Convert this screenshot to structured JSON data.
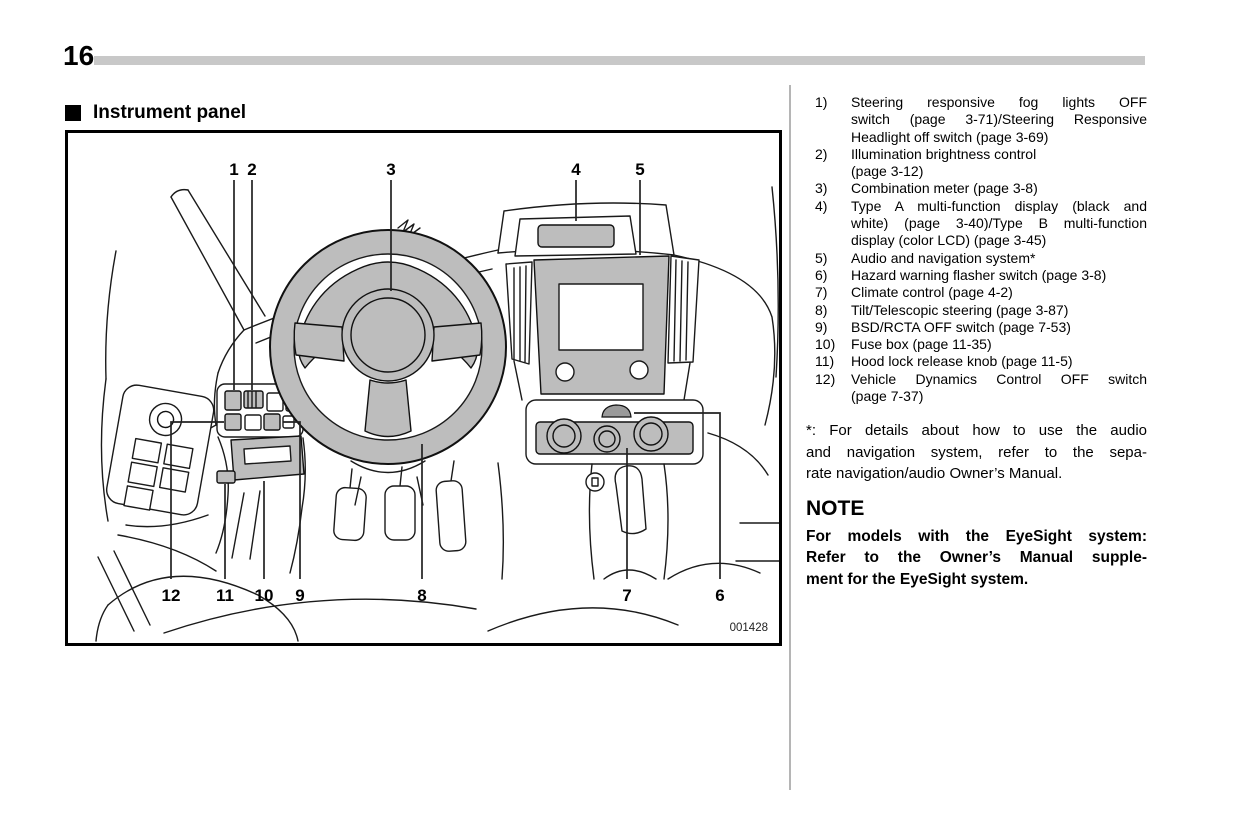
{
  "page": {
    "number": "16"
  },
  "section": {
    "title": "Instrument panel"
  },
  "colors": {
    "diagram_gray": "#bdbdbd",
    "header_bar": "#c8c8c8",
    "divider": "#b5b5b5"
  },
  "diagram": {
    "figure_id": "001428",
    "callouts": [
      "1",
      "2",
      "3",
      "4",
      "5",
      "6",
      "7",
      "8",
      "9",
      "10",
      "11",
      "12"
    ]
  },
  "legend": {
    "items": [
      {
        "num": "1)",
        "lines": [
          "Steering responsive fog lights OFF",
          "switch (page 3-71)/Steering Responsive",
          "Headlight off switch (page 3-69)"
        ],
        "justify": [
          0,
          1
        ]
      },
      {
        "num": "2)",
        "lines": [
          "Illumination brightness control",
          "(page 3-12)"
        ],
        "justify": []
      },
      {
        "num": "3)",
        "lines": [
          "Combination meter (page 3-8)"
        ],
        "justify": []
      },
      {
        "num": "4)",
        "lines": [
          "Type A multi-function display (black and",
          "white) (page 3-40)/Type B multi-function",
          "display (color LCD) (page 3-45)"
        ],
        "justify": [
          0,
          1
        ]
      },
      {
        "num": "5)",
        "lines": [
          "Audio and navigation system*"
        ],
        "justify": []
      },
      {
        "num": "6)",
        "lines": [
          "Hazard warning flasher switch (page 3-8)"
        ],
        "justify": []
      },
      {
        "num": "7)",
        "lines": [
          "Climate control (page 4-2)"
        ],
        "justify": []
      },
      {
        "num": "8)",
        "lines": [
          "Tilt/Telescopic steering (page 3-87)"
        ],
        "justify": []
      },
      {
        "num": "9)",
        "lines": [
          "BSD/RCTA OFF switch (page 7-53)"
        ],
        "justify": []
      },
      {
        "num": "10)",
        "lines": [
          "Fuse box (page 11-35)"
        ],
        "justify": []
      },
      {
        "num": "11)",
        "lines": [
          "Hood lock release knob (page 11-5)"
        ],
        "justify": []
      },
      {
        "num": "12)",
        "lines": [
          "Vehicle Dynamics Control OFF switch",
          "(page 7-37)"
        ],
        "justify": [
          0
        ]
      }
    ]
  },
  "footnote": {
    "lines": [
      "*: For details about how to use the audio",
      "and navigation system, refer to the sepa-",
      "rate navigation/audio Owner’s Manual."
    ],
    "justify": [
      0,
      1
    ]
  },
  "note": {
    "title": "NOTE",
    "lines": [
      "For models with the EyeSight system:",
      "Refer to the Owner’s Manual supple-",
      "ment for the EyeSight system."
    ],
    "justify": [
      0,
      1
    ]
  }
}
